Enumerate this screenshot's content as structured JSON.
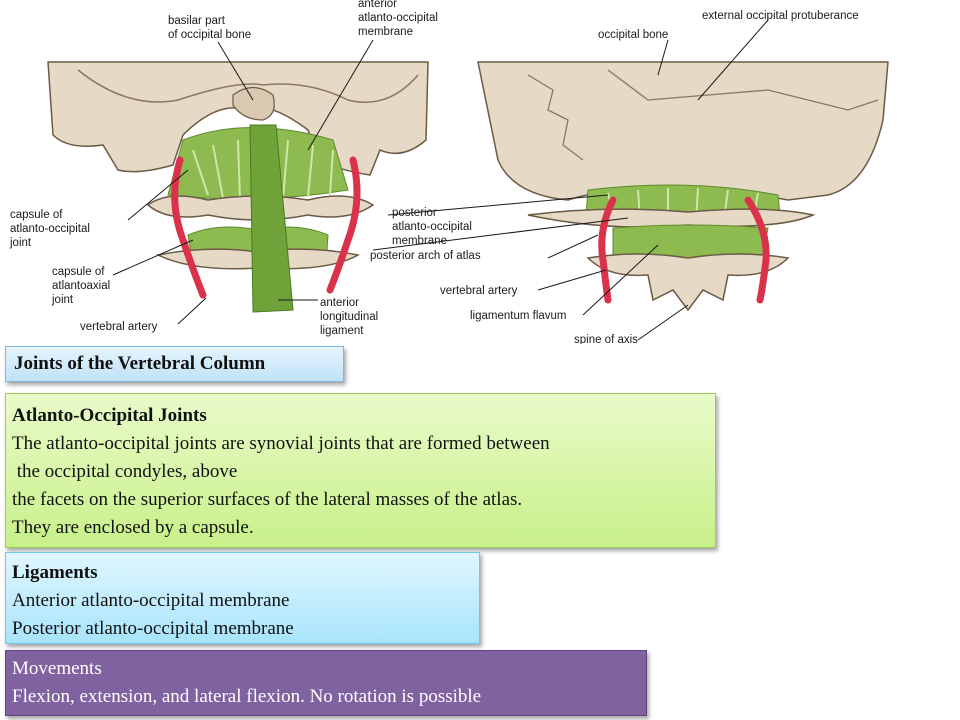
{
  "figure": {
    "labels": {
      "basilar": [
        "basilar part",
        "of occipital bone"
      ],
      "anterior_membrane": [
        "anterior",
        "atlanto-occipital",
        "membrane"
      ],
      "capsule_ao": [
        "capsule of",
        "atlanto-occipital",
        "joint"
      ],
      "capsule_aa": [
        "capsule of",
        "atlantoaxial",
        "joint"
      ],
      "vertebral_artery_left": "vertebral artery",
      "anterior_longitudinal": [
        "anterior",
        "longitudinal",
        "ligament"
      ],
      "occipital_bone": "occipital bone",
      "external_protuberance": "external occipital protuberance",
      "posterior_membrane": [
        "posterior",
        "atlanto-occipital",
        "membrane"
      ],
      "posterior_arch": "posterior arch of atlas",
      "vertebral_artery_right": "vertebral artery",
      "ligamentum_flavum": "ligamentum flavum",
      "spine_axis": "spine of axis"
    },
    "colors": {
      "bone": "#e6d9c5",
      "bone_shadow": "#c8b89f",
      "ligament": "#8dbb4f",
      "artery": "#d9324a"
    }
  },
  "title": "Joints of the Vertebral Column",
  "atlanto": {
    "heading": "Atlanto-Occipital Joints",
    "lines": [
      "The atlanto-occipital joints are synovial joints that are formed between",
      " the occipital condyles, above",
      "the facets on the superior surfaces of the lateral masses of the atlas.",
      "They are enclosed by a capsule."
    ]
  },
  "ligaments": {
    "heading": "Ligaments",
    "items": [
      "Anterior atlanto-occipital membrane",
      "Posterior atlanto-occipital membrane"
    ]
  },
  "movements": {
    "heading": "Movements",
    "text": "Flexion, extension, and lateral flexion. No rotation is possible"
  }
}
